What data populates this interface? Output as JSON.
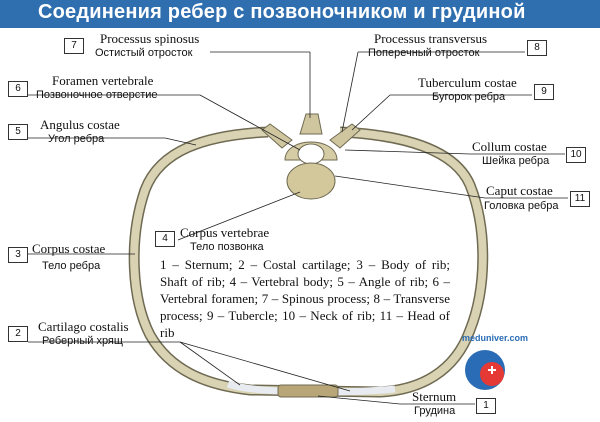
{
  "title": "Соединения ребер с позвоночником и грудиной",
  "labels": {
    "processus_spinosus": {
      "latin": "Processus spinosus",
      "rus": "Остистый отросток",
      "num": "7"
    },
    "processus_transversus": {
      "latin": "Processus transversus",
      "rus": "Поперечный отросток",
      "num": "8"
    },
    "foramen_vertebrale": {
      "latin": "Foramen vertebrale",
      "rus": "Позвоночное отверстие",
      "num": "6"
    },
    "tuberculum_costae": {
      "latin": "Tuberculum costae",
      "rus": "Бугорок ребра",
      "num": "9"
    },
    "angulus_costae": {
      "latin": "Angulus costae",
      "rus": "Угол ребра",
      "num": "5"
    },
    "collum_costae": {
      "latin": "Collum costae",
      "rus": "Шейка ребра",
      "num": "10"
    },
    "caput_costae": {
      "latin": "Caput costae",
      "rus": "Головка ребра",
      "num": "11"
    },
    "corpus_vertebrae": {
      "latin": "Corpus vertebrae",
      "rus": "Тело позвонка",
      "num": "4"
    },
    "corpus_costae": {
      "latin": "Corpus costae",
      "rus": "Тело ребра",
      "num": "3"
    },
    "cartilago_costalis": {
      "latin": "Cartilago costalis",
      "rus": "Реберный хрящ",
      "num": "2"
    },
    "sternum": {
      "latin": "Sternum",
      "rus": "Грудина",
      "num": "1"
    }
  },
  "legend": "1 – Sternum; 2 – Costal cartilage; 3 – Body of rib; Shaft of rib; 4 – Vertebral body; 5 – Angle of rib; 6 – Vertebral foramen; 7 – Spinous process; 8 – Transverse process; 9 – Tubercle; 10 – Neck of rib; 11 – Head of rib",
  "watermark": {
    "text": "meduniver.com"
  },
  "colors": {
    "header": "#2f6fb0",
    "bone": "#d9d3b4",
    "bone_edge": "#6f6a52",
    "cartilage": "#e8ecf0"
  }
}
